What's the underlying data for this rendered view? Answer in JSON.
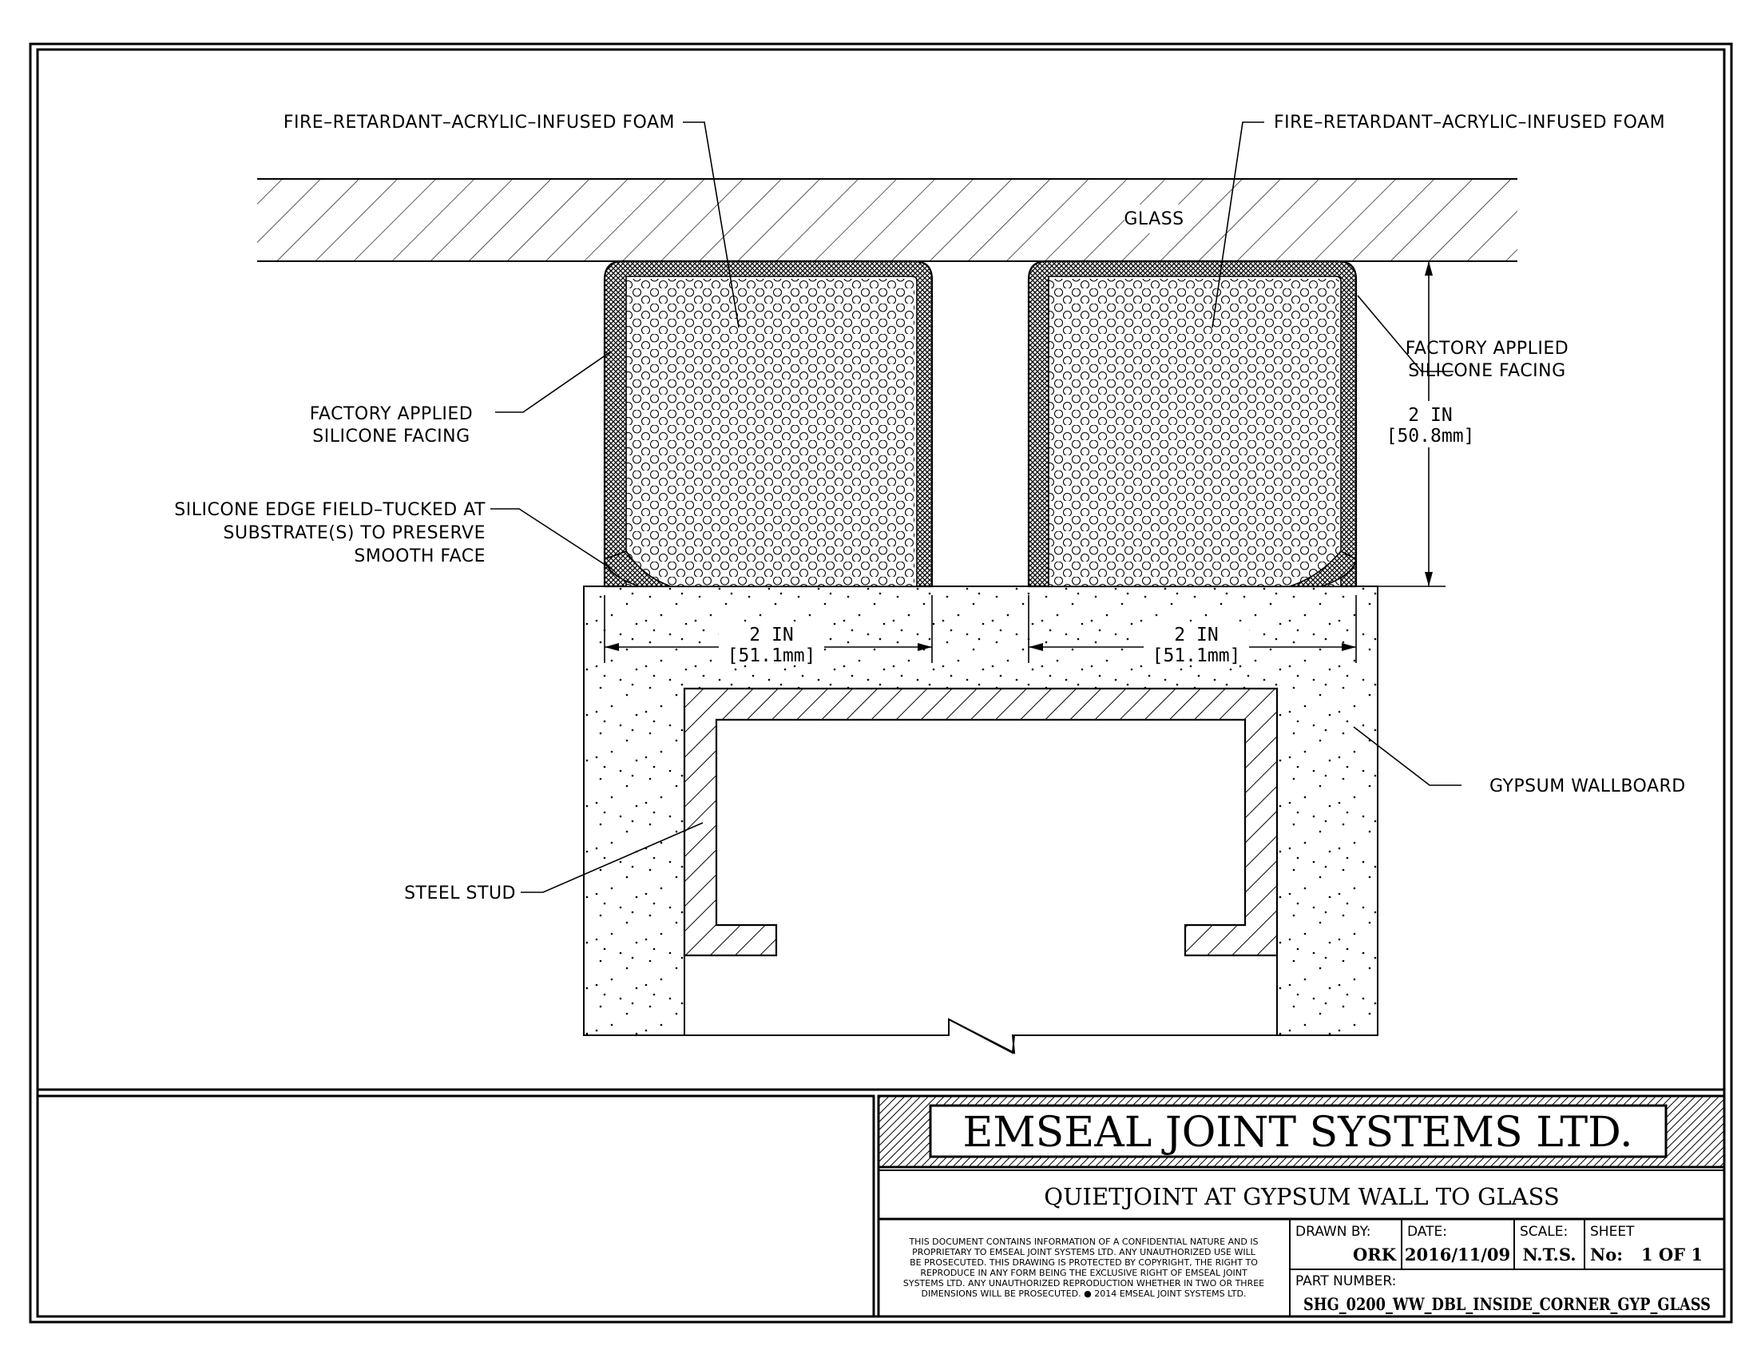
{
  "labels": {
    "foam_left": "FIRE–RETARDANT–ACRYLIC–INFUSED FOAM",
    "foam_right": "FIRE–RETARDANT–ACRYLIC–INFUSED FOAM",
    "glass": "GLASS",
    "facing_left_1": "FACTORY APPLIED",
    "facing_left_2": "SILICONE FACING",
    "facing_right_1": "FACTORY APPLIED",
    "facing_right_2": "SILICONE FACING",
    "edge_1": "SILICONE EDGE FIELD–TUCKED AT",
    "edge_2": "SUBSTRATE(S) TO PRESERVE",
    "edge_3": "SMOOTH FACE",
    "gypsum": "GYPSUM WALLBOARD",
    "stud": "STEEL STUD"
  },
  "dimensions": {
    "height_in": "2 IN",
    "height_mm": "[50.8mm]",
    "width_left_in": "2 IN",
    "width_left_mm": "[51.1mm]",
    "width_right_in": "2 IN",
    "width_right_mm": "[51.1mm]"
  },
  "title_block": {
    "company": "EMSEAL JOINT SYSTEMS LTD.",
    "title": "QUIETJOINT AT GYPSUM WALL TO GLASS",
    "disclaimer": [
      "THIS DOCUMENT CONTAINS INFORMATION OF A CONFIDENTIAL NATURE AND IS",
      "PROPRIETARY TO EMSEAL JOINT SYSTEMS LTD. ANY UNAUTHORIZED USE WILL",
      "BE PROSECUTED. THIS DRAWING IS PROTECTED BY COPYRIGHT, THE RIGHT TO",
      "REPRODUCE IN ANY FORM BEING THE EXCLUSIVE RIGHT OF EMSEAL JOINT",
      "SYSTEMS LTD. ANY UNAUTHORIZED REPRODUCTION WHETHER IN TWO OR THREE",
      "DIMENSIONS WILL BE PROSECUTED. ● 2014 EMSEAL JOINT SYSTEMS LTD."
    ],
    "drawn_by_label": "DRAWN BY:",
    "drawn_by": "ORK",
    "date_label": "DATE:",
    "date": "2016/11/09",
    "scale_label": "SCALE:",
    "scale": "N.T.S.",
    "sheet_label": "SHEET",
    "sheet_no_label": "No:",
    "sheet": "1 OF 1",
    "part_number_label": "PART NUMBER:",
    "part_number": "SHG_0200_WW_DBL_INSIDE_CORNER_GYP_GLASS"
  }
}
